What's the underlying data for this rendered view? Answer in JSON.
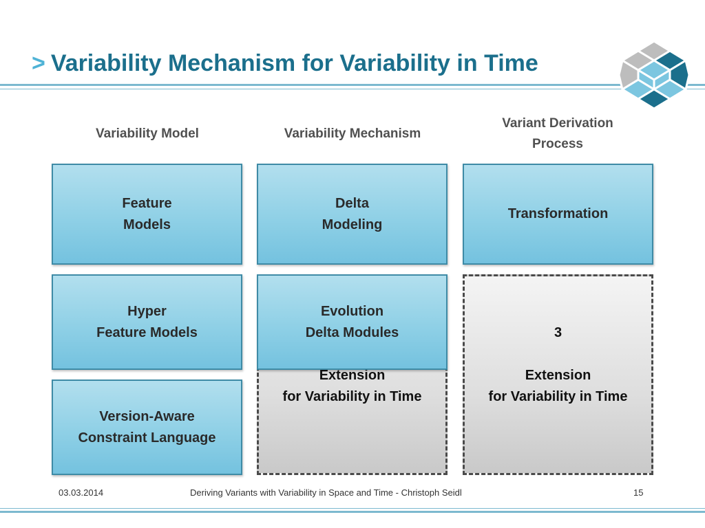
{
  "title": {
    "arrow": ">",
    "text": "Variability Mechanism for Variability in Time"
  },
  "columns": {
    "model": "Variability Model",
    "mechanism": "Variability Mechanism",
    "derivation": "Variant Derivation\nProcess"
  },
  "boxes": {
    "feature_models": "Feature\nModels",
    "delta_modeling": "Delta\nModeling",
    "transformation": "Transformation",
    "hyper_feature_models": "Hyper\nFeature Models",
    "evolution_delta_modules": "Evolution\nDelta Modules",
    "version_aware": "Version-Aware\nConstraint Language"
  },
  "extension_boxes": {
    "mechanism_text": "Extension\nfor Variability in Time",
    "derivation_number": "3",
    "derivation_text": "Extension\nfor Variability in Time"
  },
  "footer": {
    "date": "03.03.2014",
    "center": "Deriving Variants with Variability in Space and Time - Christoph Seidl",
    "page": "15"
  },
  "colors": {
    "title": "#1b6f8c",
    "accent": "#4fb3d6",
    "box_border": "#3e8ba6",
    "logo_dark": "#1b6f8c",
    "logo_light": "#7cc6e0",
    "logo_grey": "#bdbdbd"
  }
}
